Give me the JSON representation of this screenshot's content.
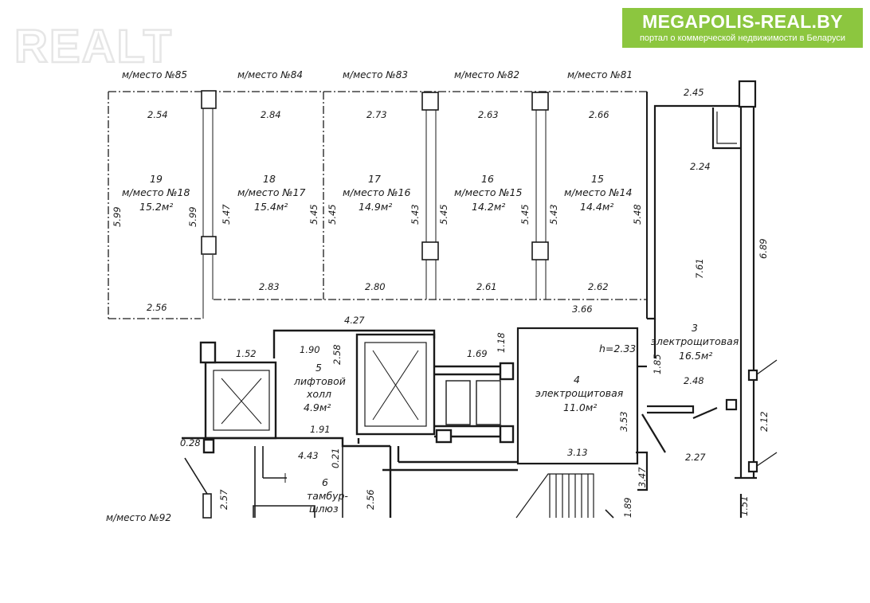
{
  "watermark": {
    "left_text": "REALT"
  },
  "brand_badge": {
    "title": "MEGAPOLIS-REAL.BY",
    "subtitle": "портал о коммерческой недвижимости в Беларуси",
    "color": "#8cc63f"
  },
  "parking_headers": [
    "м/место №85",
    "м/место №84",
    "м/место №83",
    "м/место №82",
    "м/место №81"
  ],
  "bottom_left_label": "м/место №92",
  "bays": [
    {
      "num": "19",
      "name": "м/место №18",
      "area": "15.2м²",
      "top": "2.54",
      "bottom": "2.56",
      "left": "5.99",
      "right": "5.99"
    },
    {
      "num": "18",
      "name": "м/место №17",
      "area": "15.4м²",
      "top": "2.84",
      "bottom": "2.83",
      "left": "5.47",
      "right": "5.45"
    },
    {
      "num": "17",
      "name": "м/место №16",
      "area": "14.9м²",
      "top": "2.73",
      "bottom": "2.80",
      "left": "5.45",
      "right": "5.43"
    },
    {
      "num": "16",
      "name": "м/место №15",
      "area": "14.2м²",
      "top": "2.63",
      "bottom": "2.61",
      "left": "5.45",
      "right": "5.45"
    },
    {
      "num": "15",
      "name": "м/место №14",
      "area": "14.4м²",
      "top": "2.66",
      "bottom": "2.62",
      "left": "5.43",
      "right": "5.48"
    }
  ],
  "rooms": {
    "r3": {
      "num": "3",
      "name": "электрощитовая",
      "area": "16.5м²"
    },
    "r4": {
      "num": "4",
      "name": "электрощитовая",
      "area": "11.0м²",
      "height": "h=2.33"
    },
    "r5": {
      "num": "5",
      "name1": "лифтовой",
      "name2": "холл",
      "area": "4.9м²"
    },
    "r6": {
      "num": "6",
      "name1": "тамбур-",
      "name2": "шлюз"
    }
  },
  "dimensions": {
    "d_2_45": "2.45",
    "d_2_24": "2.24",
    "d_7_61": "7.61",
    "d_6_89": "6.89",
    "d_3_66": "3.66",
    "d_4_27": "4.27",
    "d_1_52": "1.52",
    "d_1_90": "1.90",
    "d_2_58": "2.58",
    "d_1_69": "1.69",
    "d_1_18": "1.18",
    "d_1_85": "1.85",
    "d_2_48": "2.48",
    "d_3_53": "3.53",
    "d_3_13": "3.13",
    "d_1_91": "1.91",
    "d_0_28": "0.28",
    "d_4_43": "4.43",
    "d_0_21": "0.21",
    "d_2_57": "2.57",
    "d_2_56": "2.56",
    "d_2_27": "2.27",
    "d_3_47": "3.47",
    "d_2_12": "2.12",
    "d_1_89": "1.89",
    "d_1_51": "1.51"
  }
}
